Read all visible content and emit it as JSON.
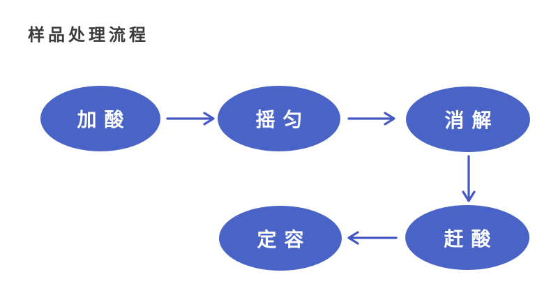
{
  "title": "样品处理流程",
  "colors": {
    "background": "#ffffff",
    "node_fill": "#4a63c7",
    "node_text": "#ffffff",
    "arrow": "#4457c2",
    "title_text": "#3b3b3b"
  },
  "flowchart": {
    "type": "flowchart",
    "nodes": [
      {
        "id": "add-acid",
        "label": "加酸",
        "shape": "ellipse",
        "row": 1,
        "col": 1
      },
      {
        "id": "shake",
        "label": "摇匀",
        "shape": "ellipse",
        "row": 1,
        "col": 2
      },
      {
        "id": "digest",
        "label": "消解",
        "shape": "ellipse",
        "row": 1,
        "col": 3
      },
      {
        "id": "drive-acid",
        "label": "赶酸",
        "shape": "ellipse",
        "row": 2,
        "col": 3
      },
      {
        "id": "fix-volume",
        "label": "定容",
        "shape": "ellipse",
        "row": 2,
        "col": 2
      }
    ],
    "edges": [
      {
        "from": "加酸",
        "to": "摇匀",
        "direction": "right"
      },
      {
        "from": "摇匀",
        "to": "消解",
        "direction": "right"
      },
      {
        "from": "消解",
        "to": "赶酸",
        "direction": "down"
      },
      {
        "from": "赶酸",
        "to": "定容",
        "direction": "left"
      }
    ]
  }
}
